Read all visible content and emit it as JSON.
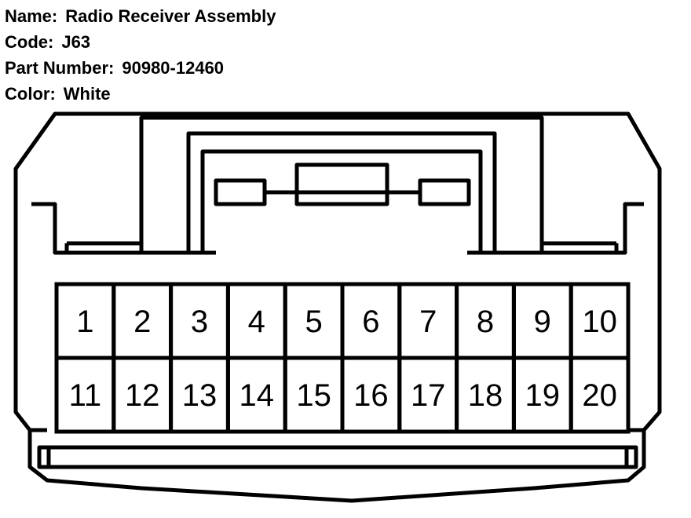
{
  "info": {
    "name_label": "Name:",
    "name_value": "Radio Receiver Assembly",
    "code_label": "Code:",
    "code_value": "J63",
    "part_label": "Part Number:",
    "part_value": "90980-12460",
    "color_label": "Color:",
    "color_value": "White"
  },
  "connector": {
    "pin_rows": [
      [
        "1",
        "2",
        "3",
        "4",
        "5",
        "6",
        "7",
        "8",
        "9",
        "10"
      ],
      [
        "11",
        "12",
        "13",
        "14",
        "15",
        "16",
        "17",
        "18",
        "19",
        "20"
      ]
    ]
  }
}
